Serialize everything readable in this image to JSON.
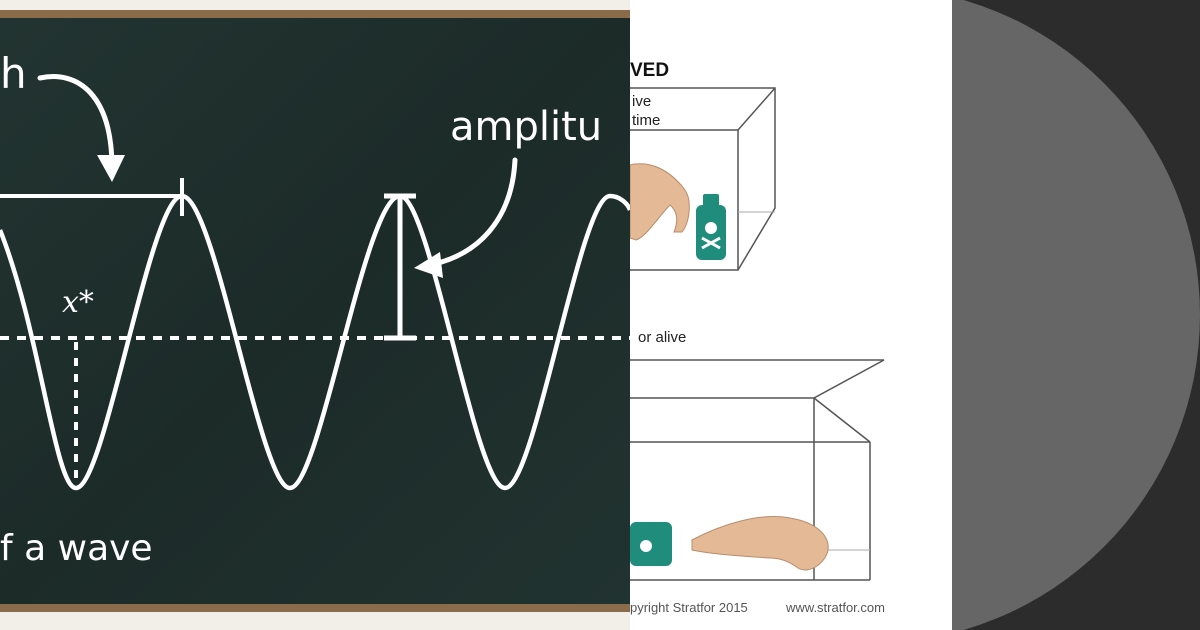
{
  "chalkboard": {
    "top_label": "h",
    "amplitude_label": "amplitu",
    "point_label": "x*",
    "bottom_label": "f a wave"
  },
  "stratfor": {
    "heading": "VED",
    "box1_line1": "ive",
    "box1_line2": "time",
    "box2_label": "or alive",
    "footer_copyright": "pyright Stratfor 2015",
    "footer_url": "www.stratfor.com"
  },
  "colors": {
    "chalkboard": "#1e2e2b",
    "frame": "#8a6b4a",
    "chalk": "#ffffff",
    "poison_bottle": "#1f8c7c",
    "cat": "#e4b996",
    "disc": "#666666",
    "disc_background": "#2c2c2c"
  }
}
